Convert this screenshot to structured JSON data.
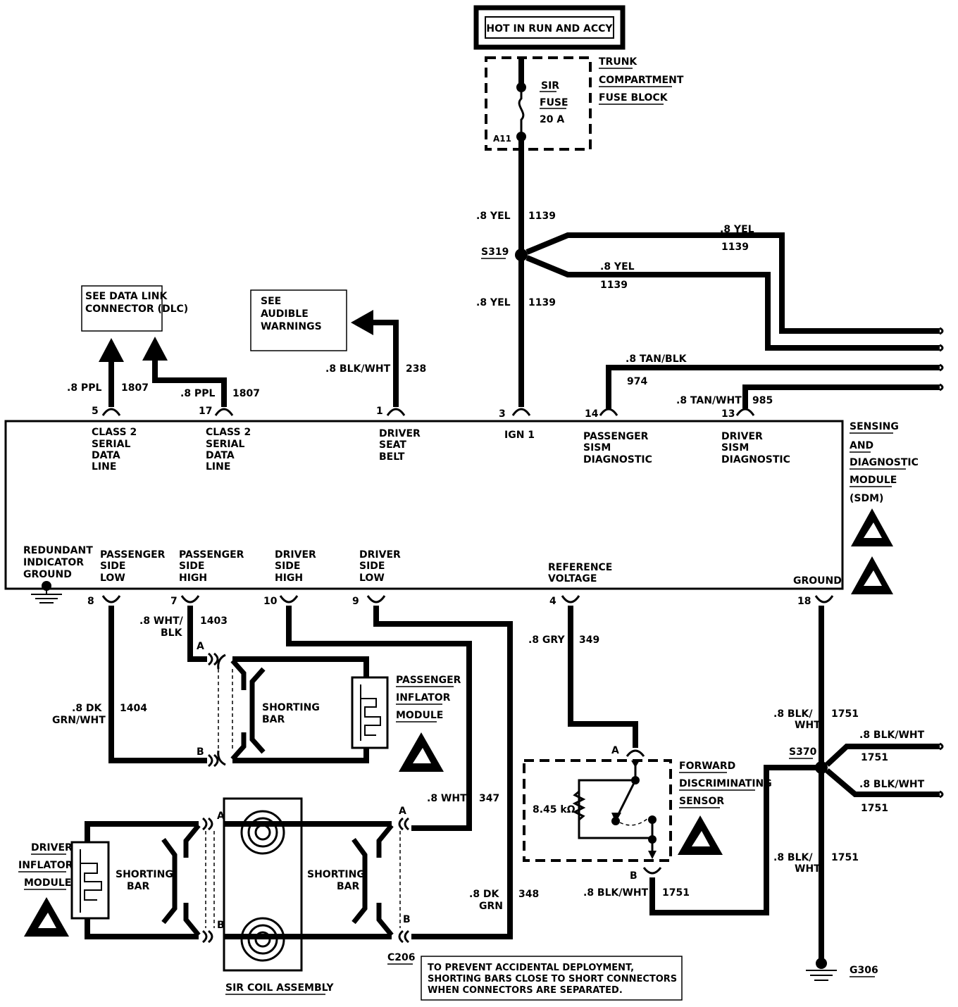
{
  "power": {
    "title": "HOT IN RUN AND ACCY",
    "fuse_block": [
      "TRUNK",
      "COMPARTMENT",
      "FUSE BLOCK"
    ],
    "fuse": [
      "SIR",
      "FUSE",
      "20 A"
    ],
    "fuse_cavity": "A11"
  },
  "wires": {
    "yel_upper": {
      "gauge_color": ".8 YEL",
      "circuit": "1139"
    },
    "yel_lower": {
      "gauge_color": ".8 YEL",
      "circuit": "1139"
    },
    "yel_branch1": {
      "gauge_color": ".8 YEL",
      "circuit": "1139"
    },
    "yel_branch2": {
      "gauge_color": ".8 YEL",
      "circuit": "1139"
    },
    "splice_s319": "S319",
    "tan_blk": {
      "gauge_color": ".8 TAN/BLK",
      "circuit": "974"
    },
    "tan_wht": {
      "gauge_color": ".8 TAN/WHT",
      "circuit": "985"
    },
    "ppl_5": {
      "gauge_color": ".8 PPL",
      "circuit": "1807"
    },
    "ppl_17": {
      "gauge_color": ".8 PPL",
      "circuit": "1807"
    },
    "blk_wht_238": {
      "gauge_color": ".8 BLK/WHT",
      "circuit": "238"
    },
    "wht_blk_1403": {
      "gauge_color": [
        ".8 WHT/",
        "BLK"
      ],
      "circuit": "1403"
    },
    "dk_grn_wht_1404": {
      "gauge_color": [
        ".8 DK",
        "GRN/WHT"
      ],
      "circuit": "1404"
    },
    "wht_347": {
      "gauge_color": ".8 WHT",
      "circuit": "347"
    },
    "dk_grn_348": {
      "gauge_color": [
        ".8 DK",
        "GRN"
      ],
      "circuit": "348"
    },
    "gry_349": {
      "gauge_color": ".8 GRY",
      "circuit": "349"
    },
    "blk_wht_1751_sensor": {
      "gauge_color": ".8 BLK/WHT",
      "circuit": "1751"
    },
    "blk_wht_1751_upper": {
      "gauge_color": [
        ".8 BLK/",
        "WHT"
      ],
      "circuit": "1751"
    },
    "blk_wht_1751_lower": {
      "gauge_color": [
        ".8 BLK/",
        "WHT"
      ],
      "circuit": "1751"
    },
    "blk_wht_1751_branch1": {
      "gauge_color": ".8 BLK/WHT",
      "circuit": "1751"
    },
    "blk_wht_1751_branch2": {
      "gauge_color": ".8 BLK/WHT",
      "circuit": "1751"
    },
    "splice_s370": "S370",
    "ground_g306": "G306"
  },
  "refs": {
    "dlc": [
      "SEE DATA LINK",
      "CONNECTOR (DLC)"
    ],
    "audible": [
      "SEE",
      "AUDIBLE",
      "WARNINGS"
    ]
  },
  "sdm": {
    "name": [
      "SENSING",
      "AND",
      "DIAGNOSTIC",
      "MODULE",
      "(SDM)"
    ],
    "top_pins": [
      {
        "pin": "5",
        "label": [
          "CLASS 2",
          "SERIAL",
          "DATA",
          "LINE"
        ]
      },
      {
        "pin": "17",
        "label": [
          "CLASS 2",
          "SERIAL",
          "DATA",
          "LINE"
        ]
      },
      {
        "pin": "1",
        "label": [
          "DRIVER",
          "SEAT",
          "BELT"
        ]
      },
      {
        "pin": "3",
        "label": [
          "IGN 1"
        ]
      },
      {
        "pin": "14",
        "label": [
          "PASSENGER",
          "SISM",
          "DIAGNOSTIC"
        ]
      },
      {
        "pin": "13",
        "label": [
          "DRIVER",
          "SISM",
          "DIAGNOSTIC"
        ]
      }
    ],
    "bottom_pins": [
      {
        "pin": "",
        "label": [
          "REDUNDANT",
          "INDICATOR",
          "GROUND"
        ]
      },
      {
        "pin": "8",
        "label": [
          "PASSENGER",
          "SIDE",
          "LOW"
        ]
      },
      {
        "pin": "7",
        "label": [
          "PASSENGER",
          "SIDE",
          "HIGH"
        ]
      },
      {
        "pin": "10",
        "label": [
          "DRIVER",
          "SIDE",
          "HIGH"
        ]
      },
      {
        "pin": "9",
        "label": [
          "DRIVER",
          "SIDE",
          "LOW"
        ]
      },
      {
        "pin": "4",
        "label": [
          "REFERENCE",
          "VOLTAGE"
        ]
      },
      {
        "pin": "18",
        "label": [
          "GROUND"
        ]
      }
    ]
  },
  "passenger_inflator": {
    "name": [
      "PASSENGER",
      "INFLATOR",
      "MODULE"
    ],
    "shorting_bar": [
      "SHORTING",
      "BAR"
    ],
    "cavity_a": "A",
    "cavity_b": "B"
  },
  "driver_inflator": {
    "name": [
      "DRIVER",
      "INFLATOR",
      "MODULE"
    ],
    "shorting_bar_left": [
      "SHORTING",
      "BAR"
    ],
    "shorting_bar_right": [
      "SHORTING",
      "BAR"
    ],
    "coil": "SIR COIL ASSEMBLY",
    "connector": "C206",
    "cav_a_left": "A",
    "cav_b_left": "B",
    "cav_a_right": "A",
    "cav_b_right": "B"
  },
  "sensor": {
    "name": [
      "FORWARD",
      "DISCRIMINATING",
      "SENSOR"
    ],
    "resistor": "8.45 kΩ",
    "cavity_a": "A",
    "cavity_b": "B"
  },
  "note": [
    "TO PREVENT ACCIDENTAL DEPLOYMENT,",
    "SHORTING BARS CLOSE TO SHORT CONNECTORS",
    "WHEN CONNECTORS ARE SEPARATED."
  ]
}
